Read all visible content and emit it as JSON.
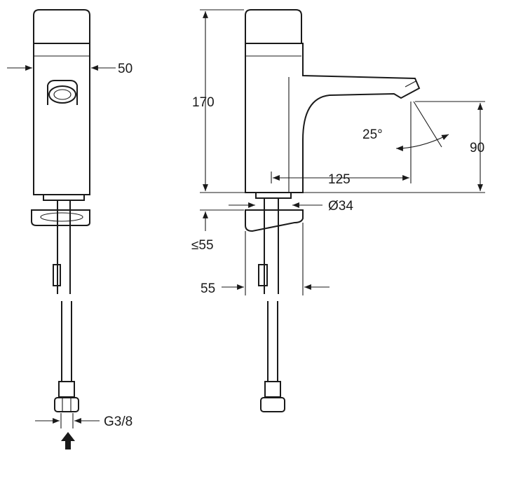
{
  "dimensions": {
    "width_front": "50",
    "height_total": "170",
    "spout_reach": "125",
    "spray_angle": "25°",
    "spout_height": "90",
    "hole_diameter": "Ø34",
    "counter_thickness": "≤55",
    "base_depth": "55",
    "connection_thread": "G3/8"
  }
}
